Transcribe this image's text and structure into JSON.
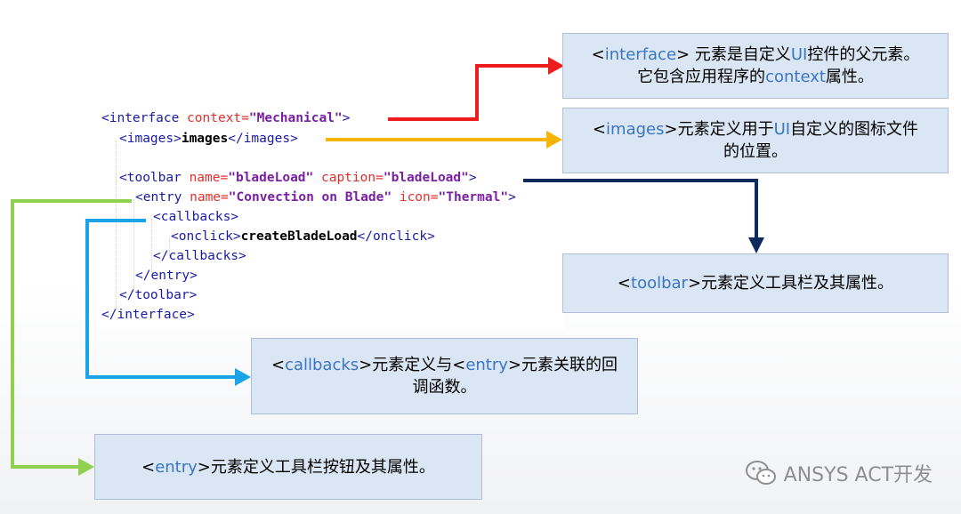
{
  "code": {
    "l1": {
      "open": "<interface",
      "attr": " context=",
      "val": "\"Mechanical\"",
      "close": ">"
    },
    "l2": {
      "open": "<images>",
      "text": "images",
      "close": "</images>"
    },
    "l3": {
      "open": "<toolbar",
      "attr1": " name=",
      "val1": "\"bladeLoad\"",
      "attr2": " caption=",
      "val2": "\"bladeLoad\"",
      "close": ">"
    },
    "l4": {
      "open": "<entry",
      "attr1": " name=",
      "val1": "\"Convection on Blade\"",
      "attr2": " icon=",
      "val2": "\"Thermal\"",
      "close": ">"
    },
    "l5": {
      "open": "<callbacks>"
    },
    "l6": {
      "open": "<onclick>",
      "text": "createBladeLoad",
      "close": "</onclick>"
    },
    "l7": {
      "open": "</callbacks>"
    },
    "l8": {
      "open": "</entry>"
    },
    "l9": {
      "open": "</toolbar>"
    },
    "l10": {
      "open": "</interface>"
    }
  },
  "boxes": {
    "interface": {
      "pre": "<",
      "kw": "interface",
      "post": "> 元素是自定义",
      "kw2": "UI",
      "post2": "控件的父元素。",
      "line2a": "它包含应用程序的",
      "kw3": "context",
      "line2b": "属性。"
    },
    "images": {
      "pre": "<",
      "kw": "images",
      "post": ">元素定义用于",
      "kw2": "UI",
      "post2": "自定义的图标文件",
      "line2": "的位置。"
    },
    "toolbar": {
      "pre": "<",
      "kw": "toolbar",
      "post": ">元素定义工具栏及其属性。"
    },
    "callbacks": {
      "pre": "<",
      "kw": "callbacks",
      "post": ">元素定义与<",
      "kw2": "entry",
      "post2": ">元素关联的回",
      "line2": "调函数。"
    },
    "entry": {
      "pre": "<",
      "kw": "entry",
      "post": ">元素定义工具栏按钮及其属性。"
    }
  },
  "watermark": {
    "text": "ANSYS ACT开发",
    "icon": "wechat-icon"
  },
  "colors": {
    "red": "#ee1c1c",
    "yellow": "#f7b500",
    "navy": "#0f2a5c",
    "cyan": "#1aa3e6",
    "green": "#8fd14f",
    "box_fill": "#dbe6f4",
    "keyword_blue": "#3a76c2"
  }
}
